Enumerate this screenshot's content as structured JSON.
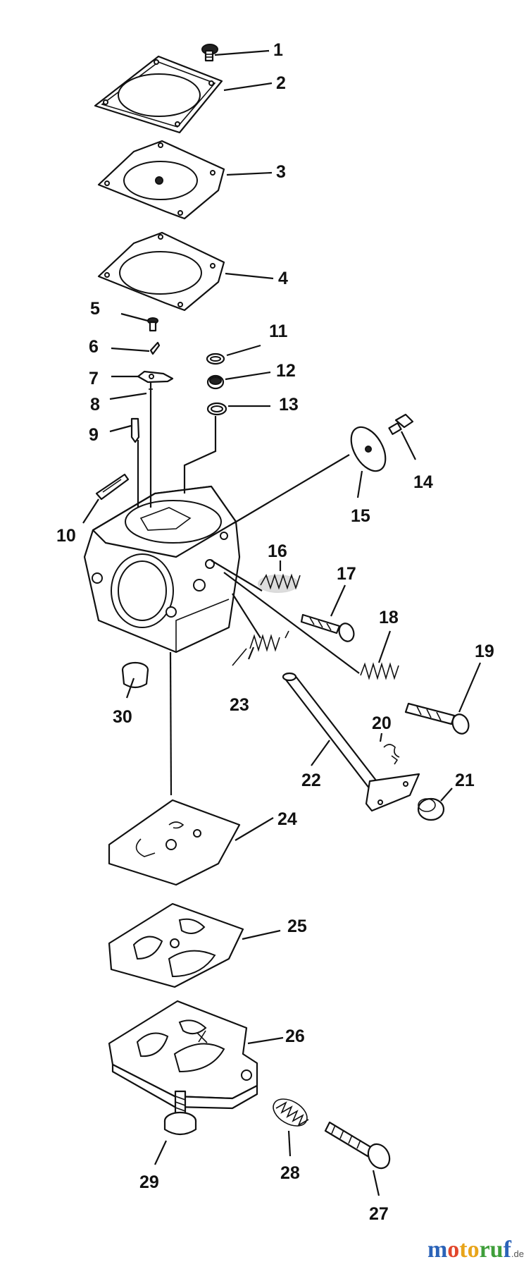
{
  "diagram": {
    "labels": [
      {
        "id": "1",
        "text": "1"
      },
      {
        "id": "2",
        "text": "2"
      },
      {
        "id": "3",
        "text": "3"
      },
      {
        "id": "4",
        "text": "4"
      },
      {
        "id": "5",
        "text": "5"
      },
      {
        "id": "6",
        "text": "6"
      },
      {
        "id": "7",
        "text": "7"
      },
      {
        "id": "8",
        "text": "8"
      },
      {
        "id": "9",
        "text": "9"
      },
      {
        "id": "10",
        "text": "10"
      },
      {
        "id": "11",
        "text": "11"
      },
      {
        "id": "12",
        "text": "12"
      },
      {
        "id": "13",
        "text": "13"
      },
      {
        "id": "14",
        "text": "14"
      },
      {
        "id": "15",
        "text": "15"
      },
      {
        "id": "16",
        "text": "16"
      },
      {
        "id": "17",
        "text": "17"
      },
      {
        "id": "18",
        "text": "18"
      },
      {
        "id": "19",
        "text": "19"
      },
      {
        "id": "20",
        "text": "20"
      },
      {
        "id": "21",
        "text": "21"
      },
      {
        "id": "22",
        "text": "22"
      },
      {
        "id": "23",
        "text": "23"
      },
      {
        "id": "24",
        "text": "24"
      },
      {
        "id": "25",
        "text": "25"
      },
      {
        "id": "26",
        "text": "26"
      },
      {
        "id": "27",
        "text": "27"
      },
      {
        "id": "28",
        "text": "28"
      },
      {
        "id": "29",
        "text": "29"
      },
      {
        "id": "30",
        "text": "30"
      }
    ]
  },
  "watermark": {
    "p1": "m",
    "p2": "o",
    "p3": "to",
    "p4": "ru",
    "p5": "f",
    "tld": ".de"
  }
}
